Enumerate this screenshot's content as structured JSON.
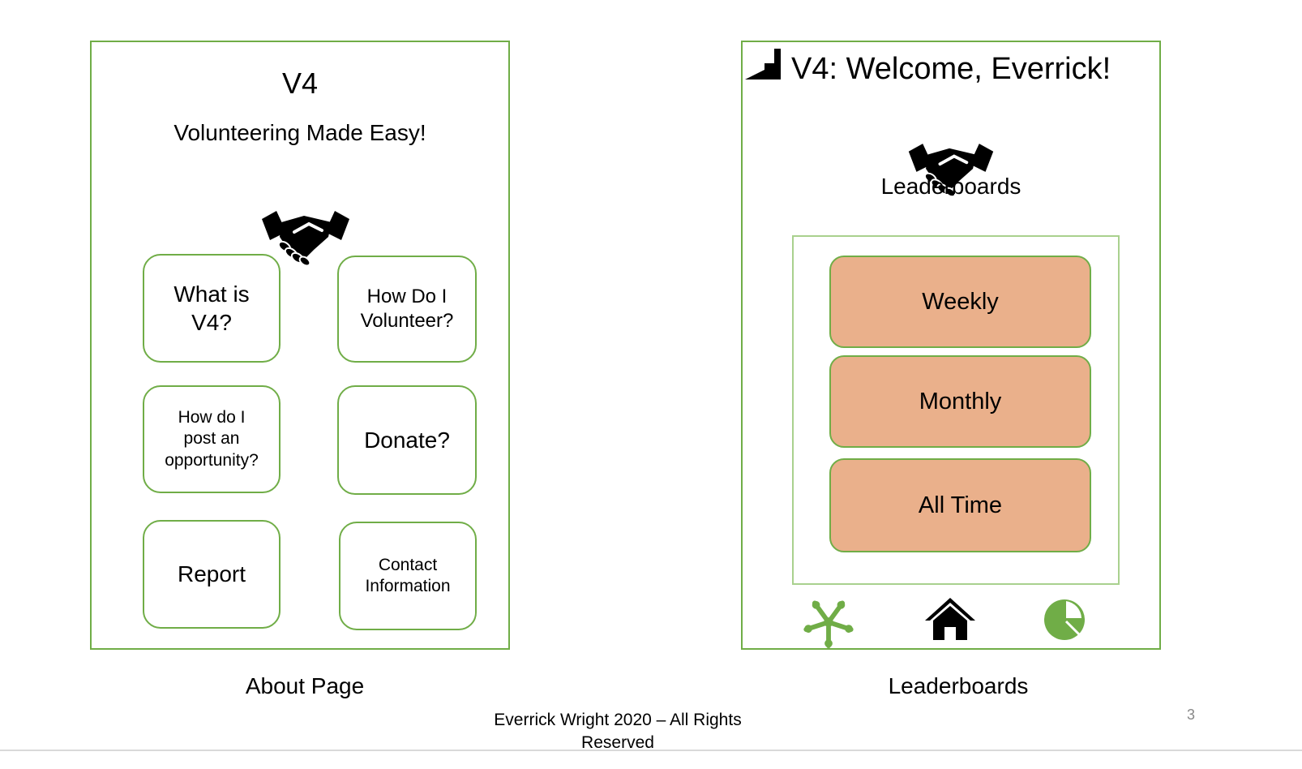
{
  "about": {
    "title": "V4",
    "subtitle": "Volunteering Made Easy!",
    "logo_icon": "handshake-icon",
    "buttons": [
      {
        "label": "What is\nV4?"
      },
      {
        "label": "How Do I\nVolunteer?"
      },
      {
        "label": "How do I\npost an\nopportunity?"
      },
      {
        "label": "Donate?"
      },
      {
        "label": "Report"
      },
      {
        "label": "Contact\nInformation"
      }
    ],
    "caption": "About Page"
  },
  "leaderboards": {
    "welcome": "V4: Welcome, Everrick!",
    "corner_icon": "corner-step-icon",
    "logo_icon": "handshake-icon",
    "heading": "Leaderboards",
    "options": [
      {
        "label": "Weekly"
      },
      {
        "label": "Monthly"
      },
      {
        "label": "All Time"
      }
    ],
    "nav": [
      {
        "icon": "community-hands-icon"
      },
      {
        "icon": "home-icon"
      },
      {
        "icon": "pie-chart-icon"
      }
    ],
    "caption": "Leaderboards"
  },
  "footer": {
    "copyright": "Everrick Wright 2020 – All Rights\nReserved",
    "page_number": "3"
  },
  "colors": {
    "frame_green": "#70ad47",
    "button_orange": "#eab08b",
    "icon_green": "#70ad47"
  }
}
